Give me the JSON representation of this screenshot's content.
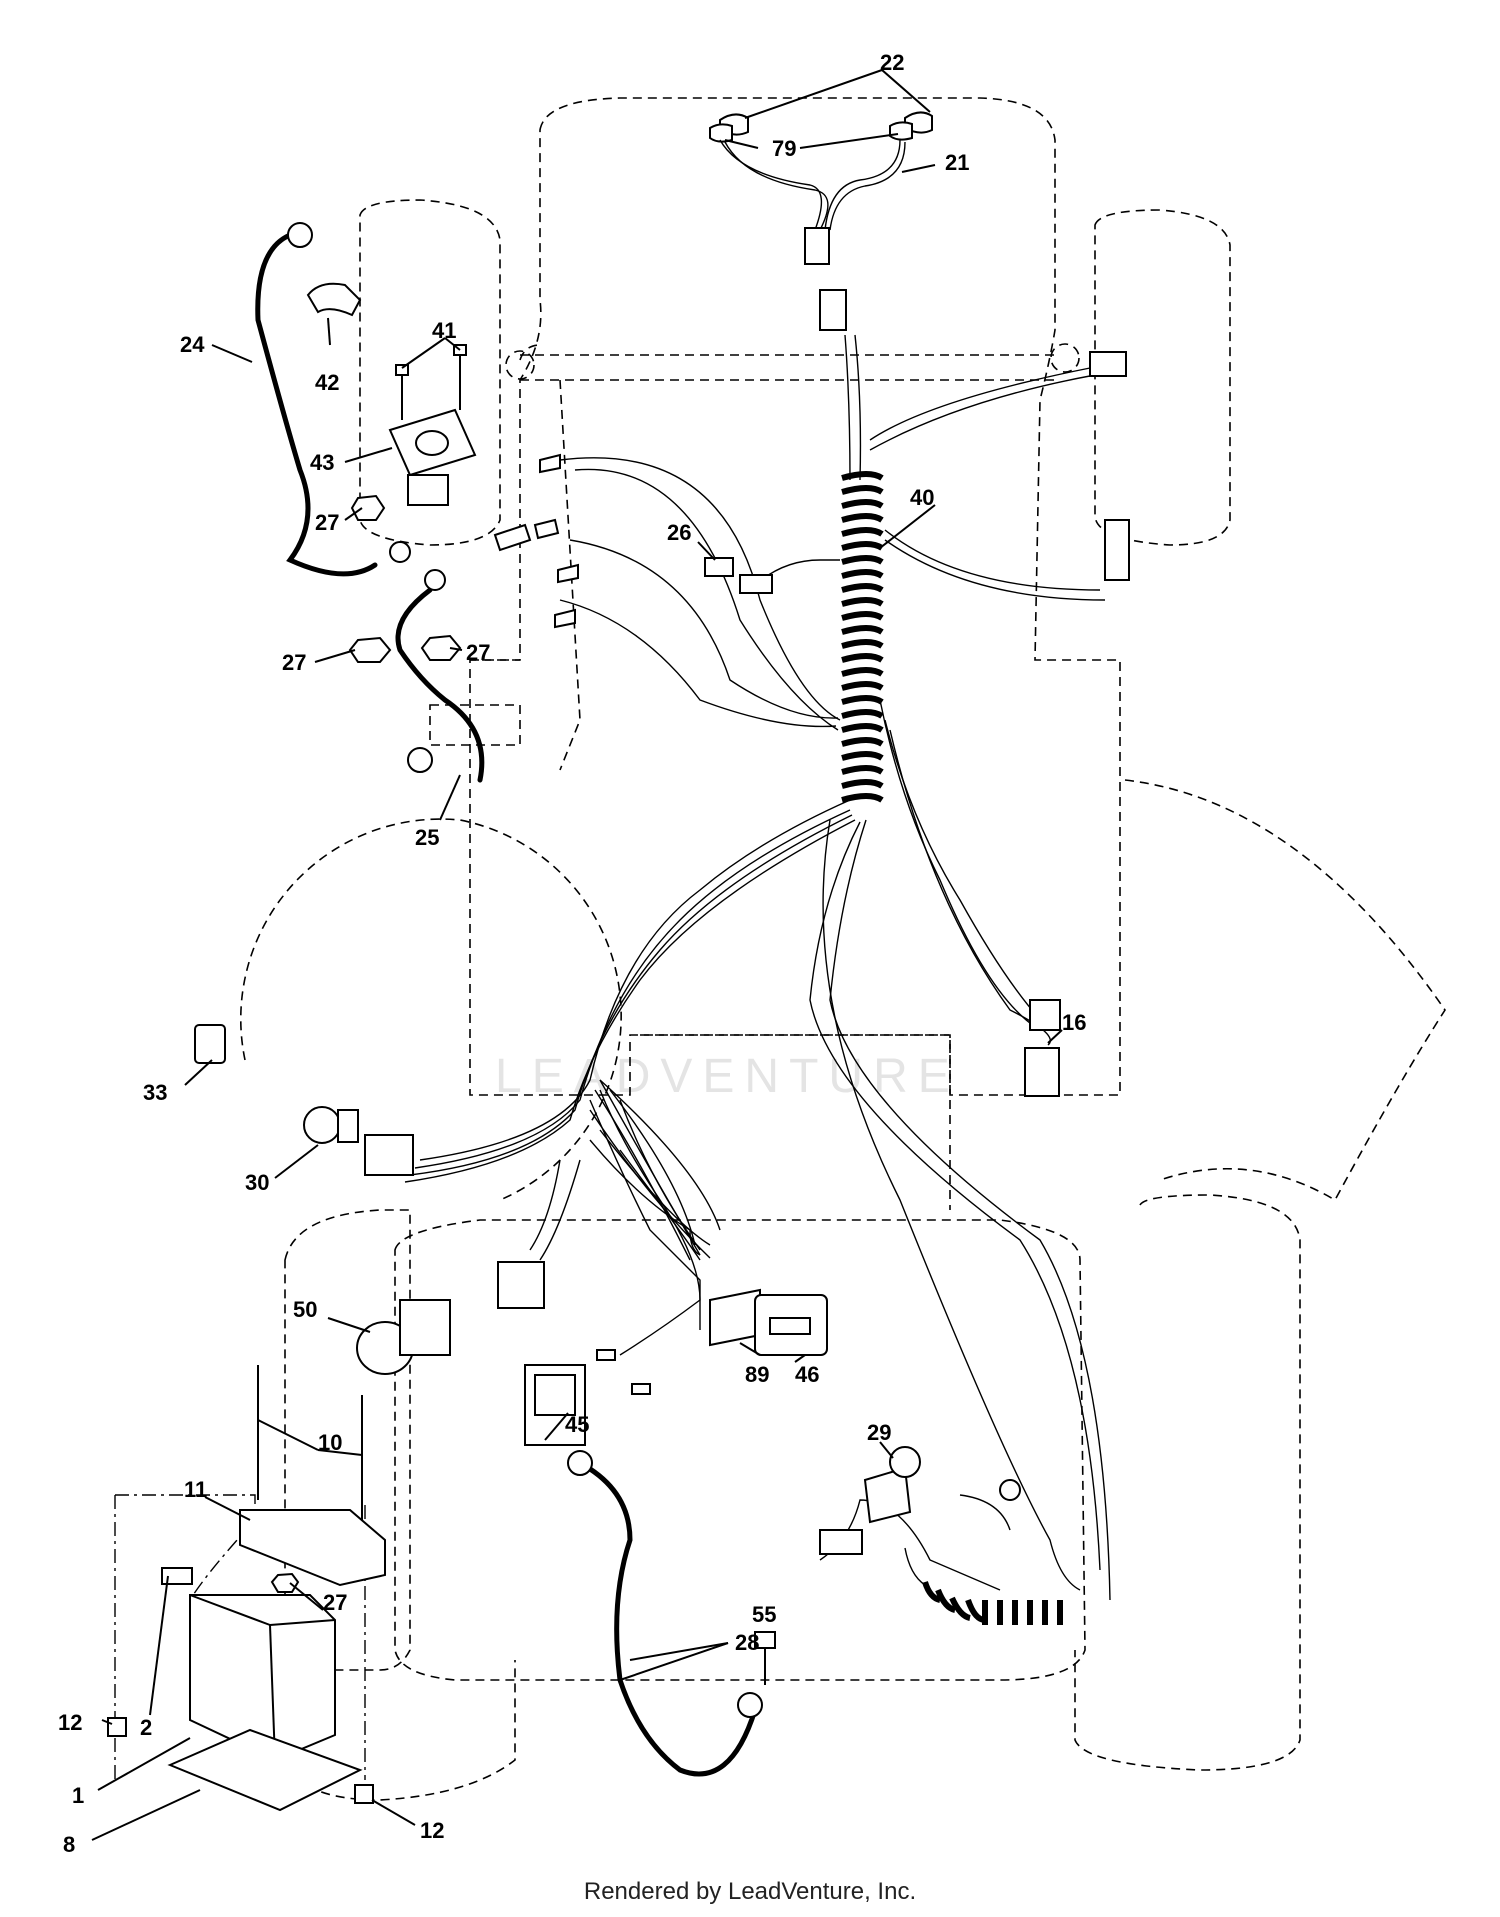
{
  "watermark": "LEADVENTURE",
  "footer": "Rendered by LeadVenture, Inc.",
  "callouts": {
    "c1": "1",
    "c2": "2",
    "c8": "8",
    "c10": "10",
    "c11": "11",
    "c12a": "12",
    "c12b": "12",
    "c16": "16",
    "c21": "21",
    "c22": "22",
    "c24": "24",
    "c25": "25",
    "c26": "26",
    "c27a": "27",
    "c27b": "27",
    "c27c": "27",
    "c27d": "27",
    "c28": "28",
    "c29": "29",
    "c30": "30",
    "c33": "33",
    "c40": "40",
    "c41": "41",
    "c42": "42",
    "c43": "43",
    "c45": "45",
    "c46": "46",
    "c50": "50",
    "c55": "55",
    "c79": "79",
    "c89": "89"
  }
}
